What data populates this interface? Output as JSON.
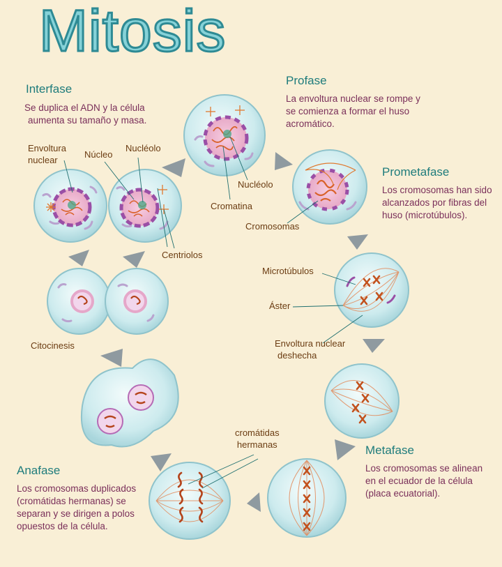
{
  "title": "Mitosis",
  "phases": {
    "interfase": {
      "heading": "Interfase",
      "desc": [
        "Se duplica el ADN y  la célula",
        "aumenta su tamaño y masa."
      ]
    },
    "profase": {
      "heading": "Profase",
      "desc": [
        "La envoltura nuclear se rompe y",
        "se comienza a formar el huso",
        "acromático."
      ]
    },
    "prometafase": {
      "heading": "Prometafase",
      "desc": [
        "Los cromosomas han sido",
        "alcanzados por fibras del",
        "huso (microtúbulos)."
      ]
    },
    "metafase": {
      "heading": "Metafase",
      "desc": [
        "Los cromosomas se alinean",
        "en el ecuador de la célula",
        "(placa ecuatorial)."
      ]
    },
    "anafase": {
      "heading": "Anafase",
      "desc": [
        "Los cromosomas duplicados",
        "(cromátidas hermanas) se",
        "separan y se dirigen a polos",
        "opuestos de la célula."
      ]
    }
  },
  "labels": {
    "envoltura_nuclear": [
      "Envoltura",
      "nuclear"
    ],
    "nucleo": "Núcleo",
    "nucleolo_interfase": "Nucléolo",
    "centriolos": "Centriolos",
    "nucleolo_profase": "Nucléolo",
    "cromatina": "Cromatina",
    "cromosomas": "Cromosomas",
    "microtubulos": "Microtúbulos",
    "aster": "Áster",
    "envoltura_deshecha": [
      "Envoltura nuclear",
      "deshecha"
    ],
    "citocinesis": "Citocinesis",
    "cromatidas_hermanas": [
      "cromátidas",
      "hermanas"
    ]
  },
  "colors": {
    "background": "#f9efd6",
    "cell_fill": "#cdebee",
    "cell_edge": "#8fc3cb",
    "heading": "#1f7c7c",
    "description": "#7a2f5a",
    "label": "#6b3c12",
    "chromosome": "#d9622b",
    "nucleus": "#b56bb5",
    "arrow": "#8f9aa0"
  }
}
